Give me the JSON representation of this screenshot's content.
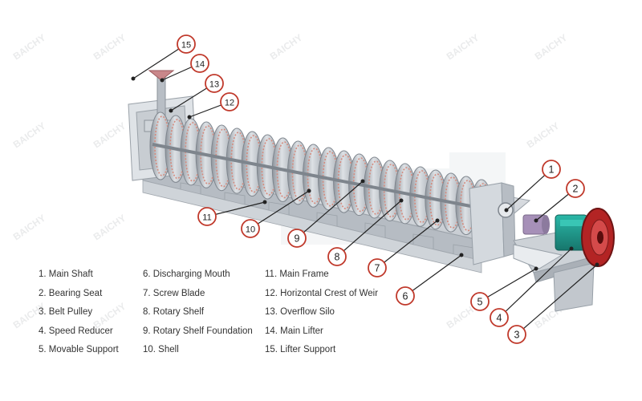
{
  "watermark": "BAICHY",
  "parts": [
    {
      "number": "1",
      "label": "1. Main Shaft"
    },
    {
      "number": "2",
      "label": "2. Bearing Seat"
    },
    {
      "number": "3",
      "label": "3. Belt Pulley"
    },
    {
      "number": "4",
      "label": "4. Speed Reducer"
    },
    {
      "number": "5",
      "label": "5. Movable Support"
    },
    {
      "number": "6",
      "label": "6. Discharging Mouth"
    },
    {
      "number": "7",
      "label": "7. Screw Blade"
    },
    {
      "number": "8",
      "label": "8. Rotary Shelf"
    },
    {
      "number": "9",
      "label": "9. Rotary Shelf Foundation"
    },
    {
      "number": "10",
      "label": "10. Shell"
    },
    {
      "number": "11",
      "label": "11. Main Frame"
    },
    {
      "number": "12",
      "label": "12. Horizontal Crest of Weir"
    },
    {
      "number": "13",
      "label": "13. Overflow Silo"
    },
    {
      "number": "14",
      "label": "14. Main Lifter"
    },
    {
      "number": "15",
      "label": "15. Lifter Support"
    }
  ],
  "colors": {
    "callout_ring": "#c0392b",
    "callout_line": "#222222",
    "frame": "#c9ced3",
    "blade": "#c7ccd2",
    "blade_edge": "#d48b7e",
    "motor": "#1f9b8e",
    "pulley": "#b32424",
    "reducer": "#a690b8"
  }
}
